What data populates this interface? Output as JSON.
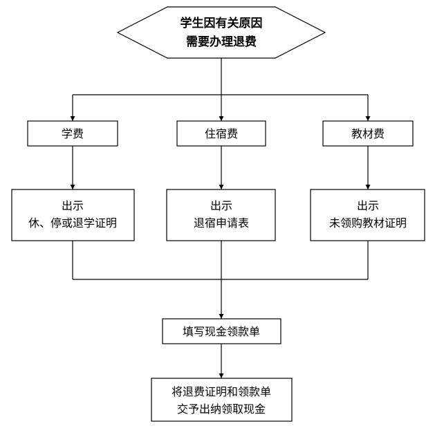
{
  "start": {
    "lines": [
      "学生因有关原因",
      "需要办理退费"
    ]
  },
  "fees": [
    {
      "label": "学费",
      "proof": [
        "出示",
        "休、停或退学证明"
      ]
    },
    {
      "label": "住宿费",
      "proof": [
        "出示",
        "退宿申请表"
      ]
    },
    {
      "label": "教材费",
      "proof": [
        "出示",
        "未领购教材证明"
      ]
    }
  ],
  "step_fill": {
    "lines": [
      "填写现金领款单"
    ]
  },
  "step_submit": {
    "lines": [
      "将退费证明和领款单",
      "交予出纳领取现金"
    ]
  },
  "colors": {
    "stroke": "#000000",
    "fill": "#ffffff"
  }
}
